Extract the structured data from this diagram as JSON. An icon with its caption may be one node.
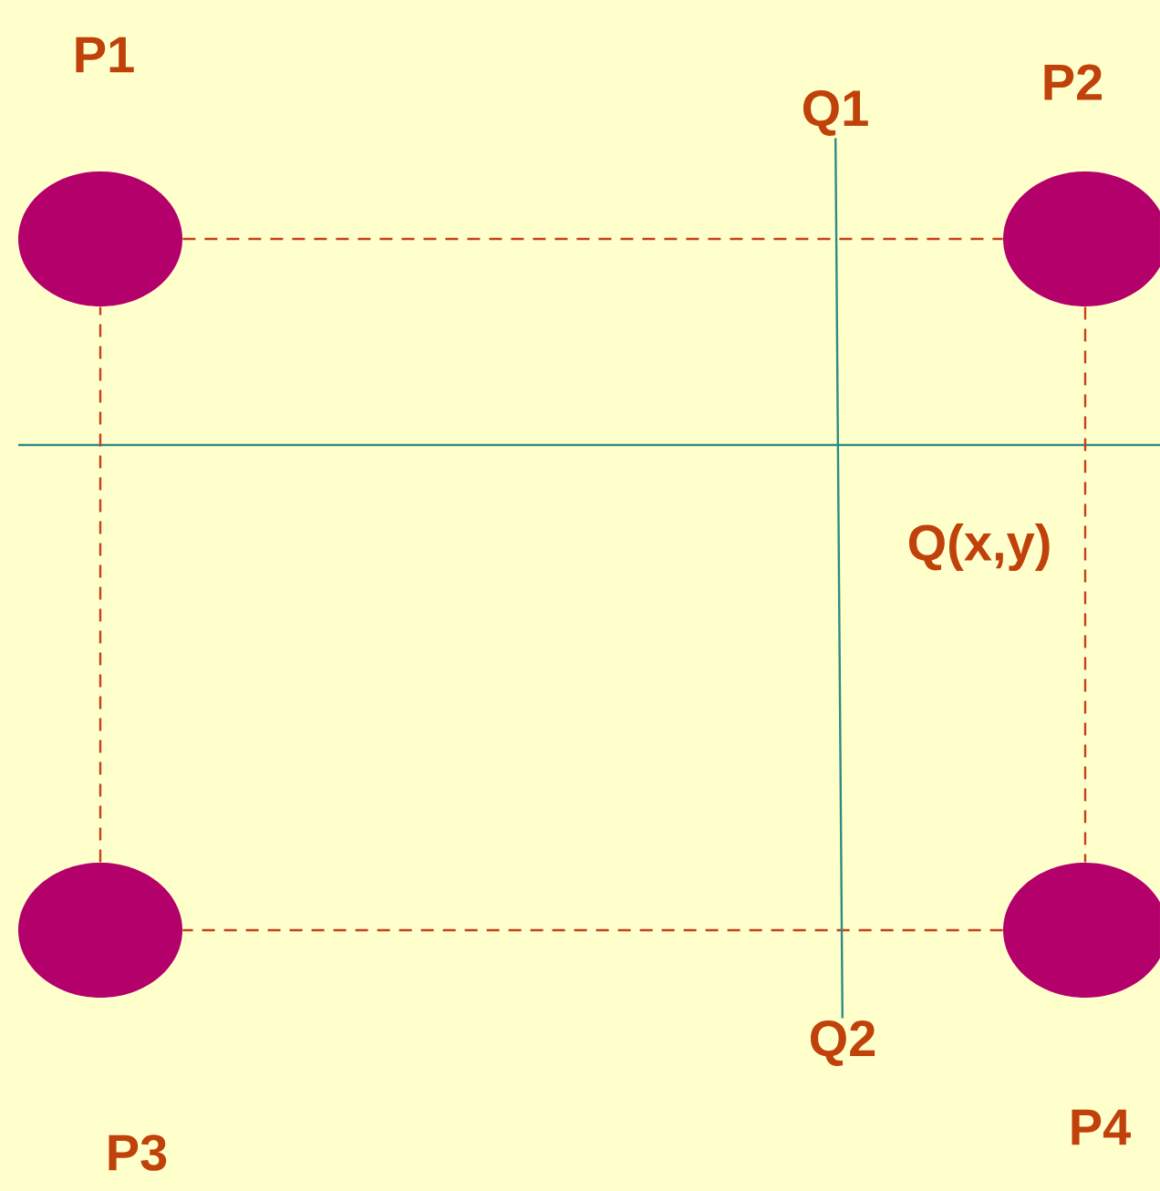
{
  "diagram": {
    "nodes": [
      {
        "text": [
          "P1"
        ]
      },
      {
        "text": [
          "P2"
        ]
      },
      {
        "text": [
          "P3"
        ]
      },
      {
        "text": [
          "P4"
        ]
      },
      {
        "text": [
          "Q1"
        ]
      },
      {
        "text": [
          "Q2"
        ]
      }
    ],
    "edges": [
      {
        "from": 0,
        "to": 1,
        "arrow": "none",
        "style": "dashed",
        "color": "#c8401a"
      },
      {
        "from": 1,
        "to": 3,
        "arrow": "none",
        "style": "dashed",
        "color": "#c8401a"
      },
      {
        "from": 3,
        "to": 2,
        "arrow": "none",
        "style": "dashed",
        "color": "#c8401a"
      },
      {
        "from": 2,
        "to": 0,
        "arrow": "none",
        "style": "dashed",
        "color": "#c8401a"
      },
      {
        "from": 4,
        "to": 5,
        "arrow": "none",
        "color": "#2e8b86"
      }
    ],
    "labels": [
      "Q(x,y)"
    ]
  }
}
